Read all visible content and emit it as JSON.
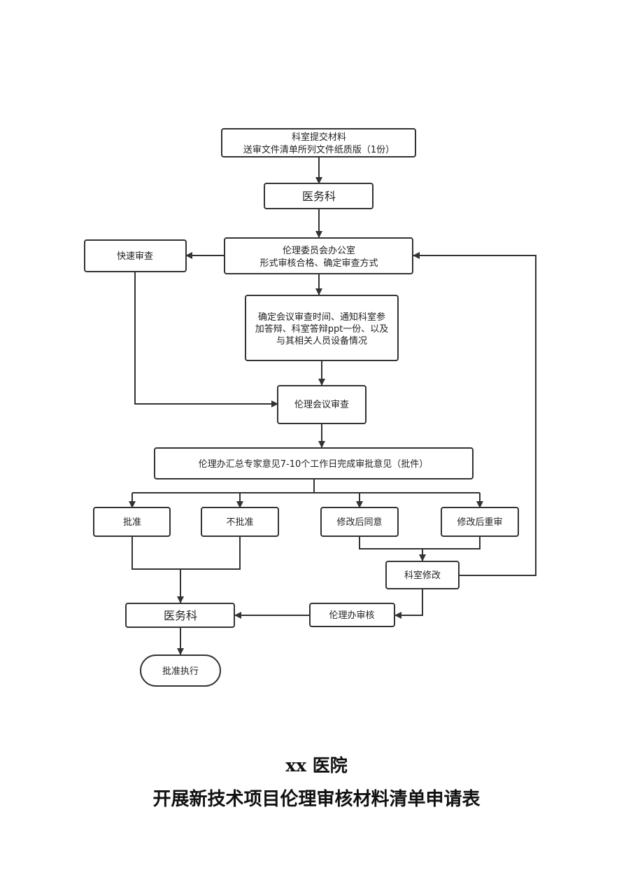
{
  "flowchart": {
    "submit": [
      "科室提交材料",
      "送审文件清单所列文件纸质版（1份）"
    ],
    "medical_dept": "医务科",
    "ethics_office": [
      "伦理委员会办公室",
      "形式审核合格、确定审查方式"
    ],
    "quick_review": "快速审查",
    "schedule": [
      "确定会议审查时间、通知科室参",
      "加答辩、科室答辩ppt一份、以及",
      "与其相关人员设备情况"
    ],
    "meeting_review": "伦理会议审查",
    "summary": "伦理办汇总专家意见7-10个工作日完成审批意见（批件）",
    "approve": "批准",
    "reject": "不批准",
    "modify_approve": "修改后同意",
    "modify_rereview": "修改后重审",
    "dept_modify": "科室修改",
    "ethics_audit": "伦理办审核",
    "medical_dept_2": "医务科",
    "execute": "批准执行"
  },
  "document": {
    "hospital": "xx 医院",
    "form_title": "开展新技术项目伦理审核材料清单申请表"
  },
  "colors": {
    "line": "#333333",
    "text": "#222222",
    "box_fill": "#ffffff"
  }
}
